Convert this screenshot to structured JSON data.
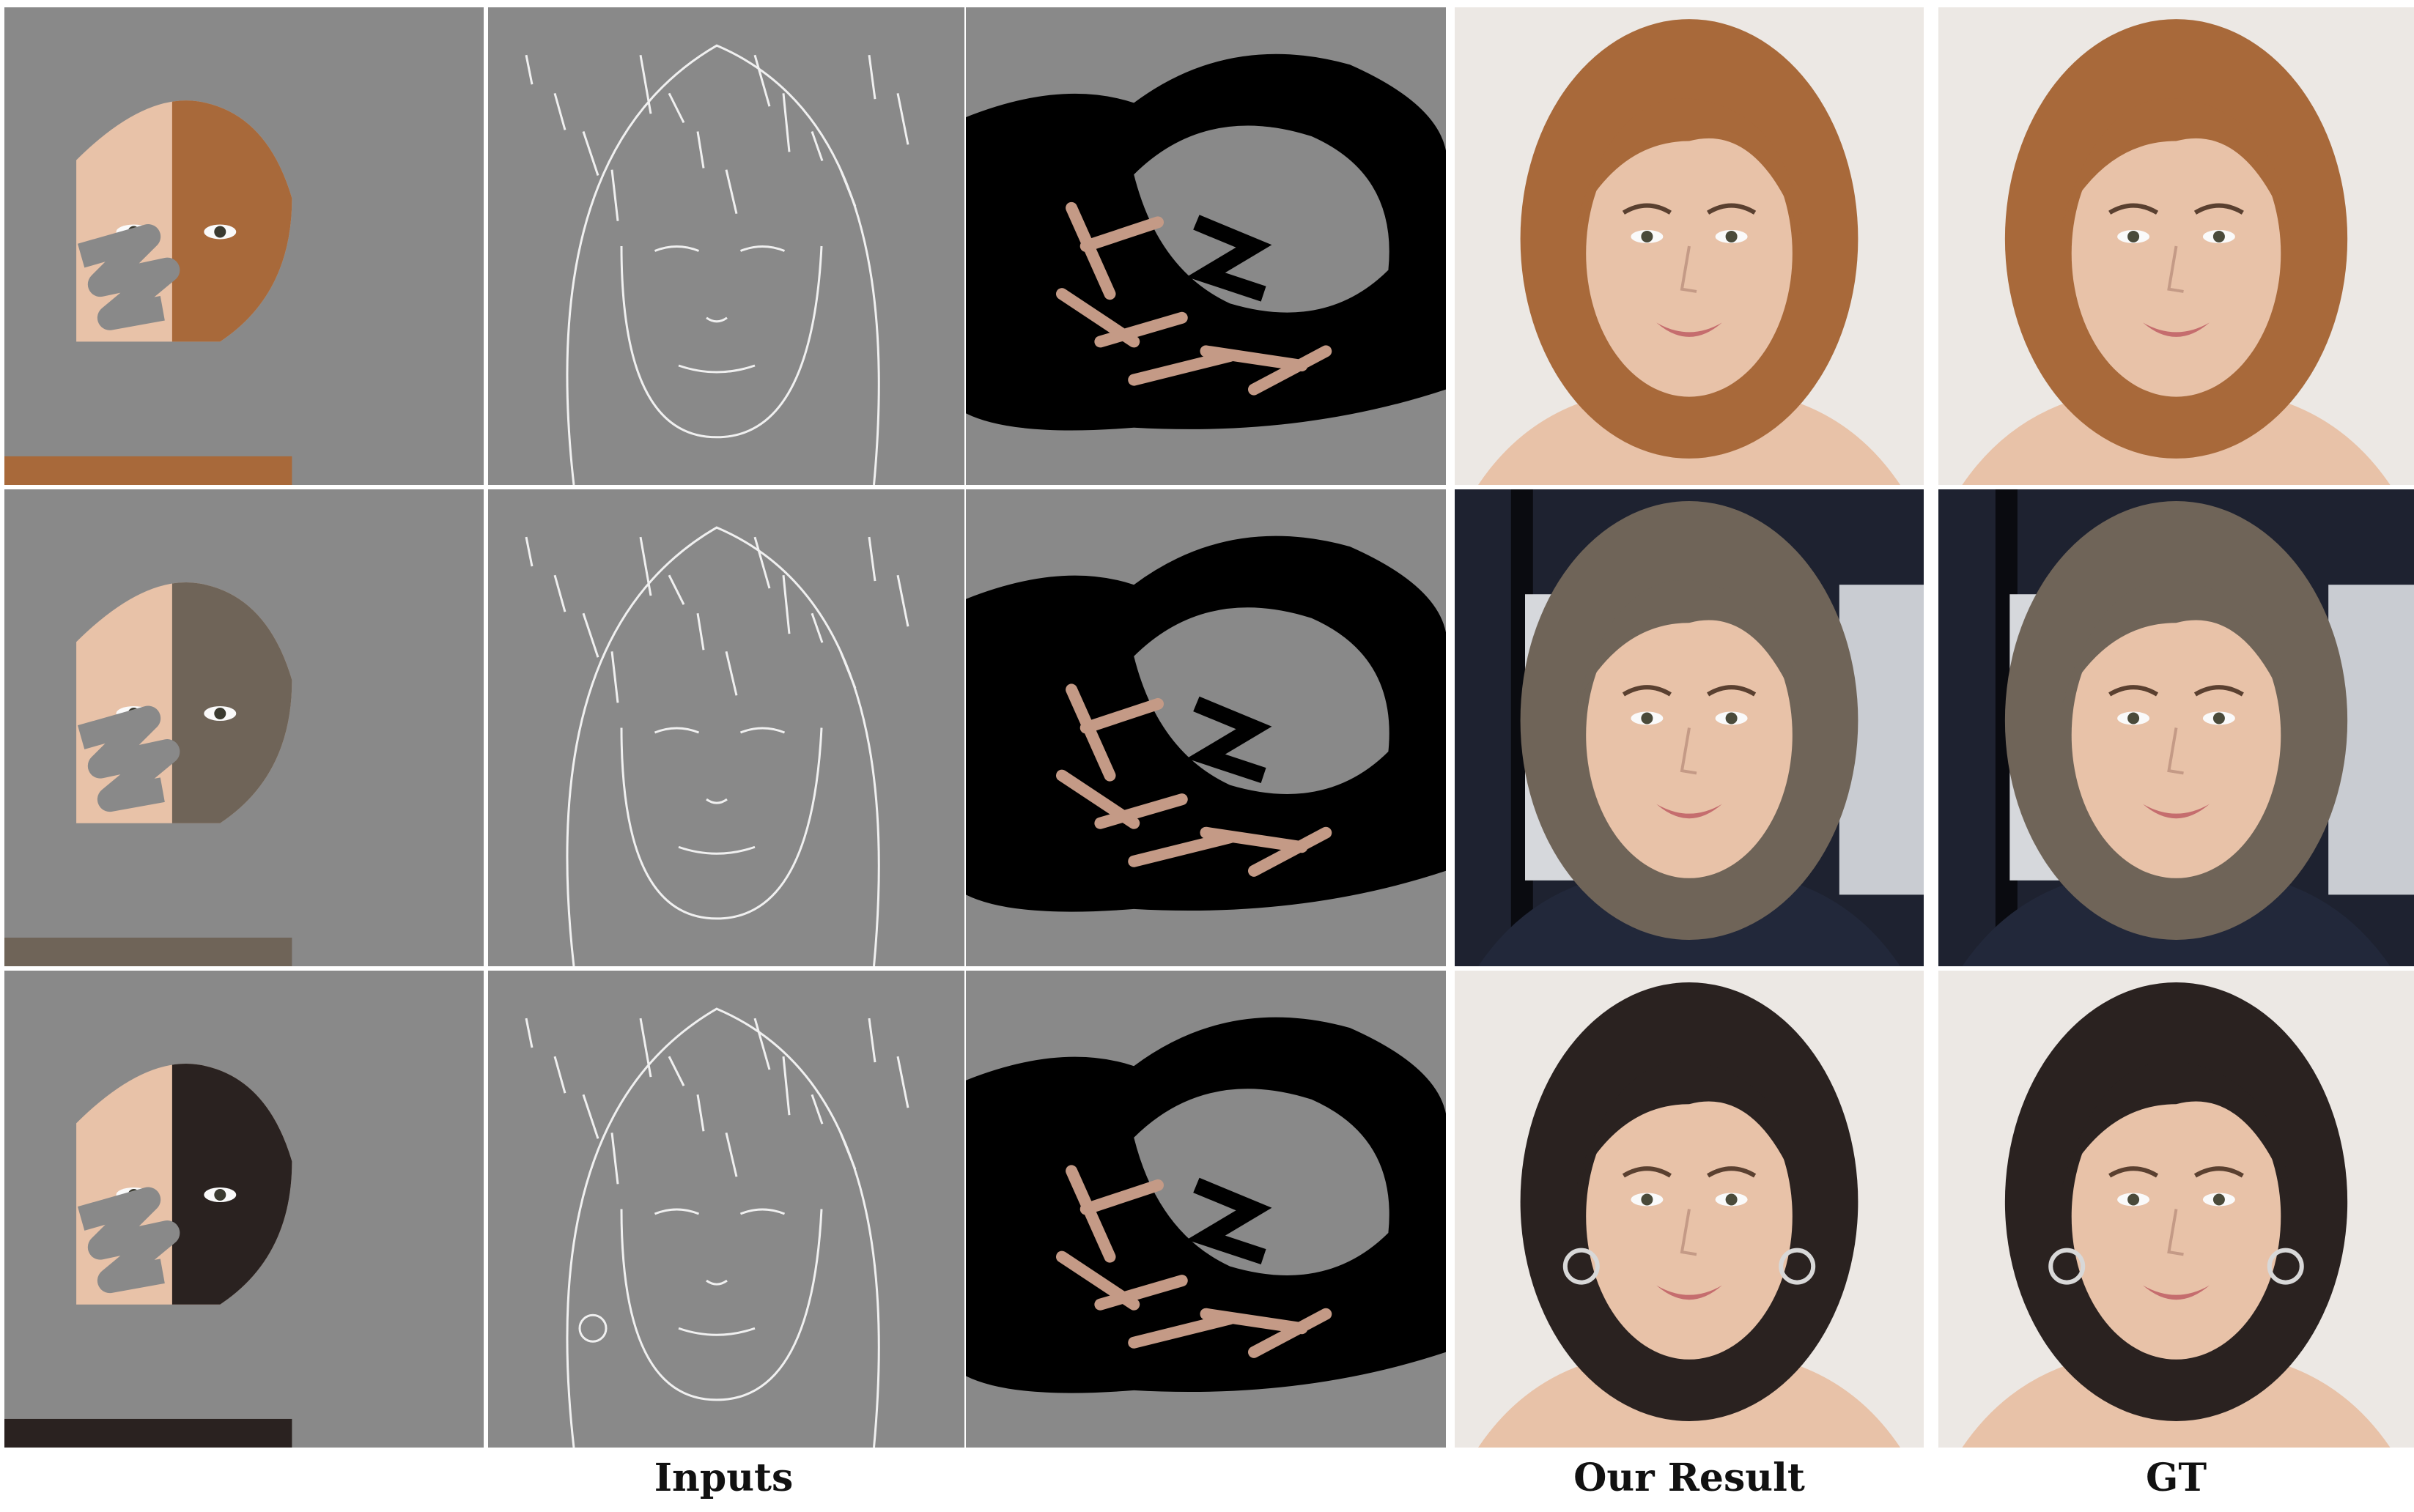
{
  "captions": {
    "inputs": "Inputs",
    "result": "Our Result",
    "gt": "GT"
  },
  "colors": {
    "mask_gray": "#898989",
    "sketch_line": "#f0f0f0",
    "seg_black": "#000000",
    "seg_skin": "#c49a86",
    "skin_light": "#e8c2a8",
    "hair_auburn": "#a8693a",
    "hair_gray_brown": "#6f6458",
    "hair_black": "#2a2220",
    "bg_light": "#ece8e4",
    "bg_dark": "#1e2230",
    "suit": "#22283a",
    "lip": "#c56d6e"
  },
  "rows": [
    {
      "subject": "young woman, auburn hair, light background"
    },
    {
      "subject": "smiling man, gray-brown hair, dark suit, signage background"
    },
    {
      "subject": "woman, dark hair, hoop earrings, white background"
    }
  ],
  "columns": [
    {
      "kind": "masked-image"
    },
    {
      "kind": "sketch"
    },
    {
      "kind": "color-segmentation"
    },
    {
      "kind": "our-result"
    },
    {
      "kind": "ground-truth"
    }
  ]
}
